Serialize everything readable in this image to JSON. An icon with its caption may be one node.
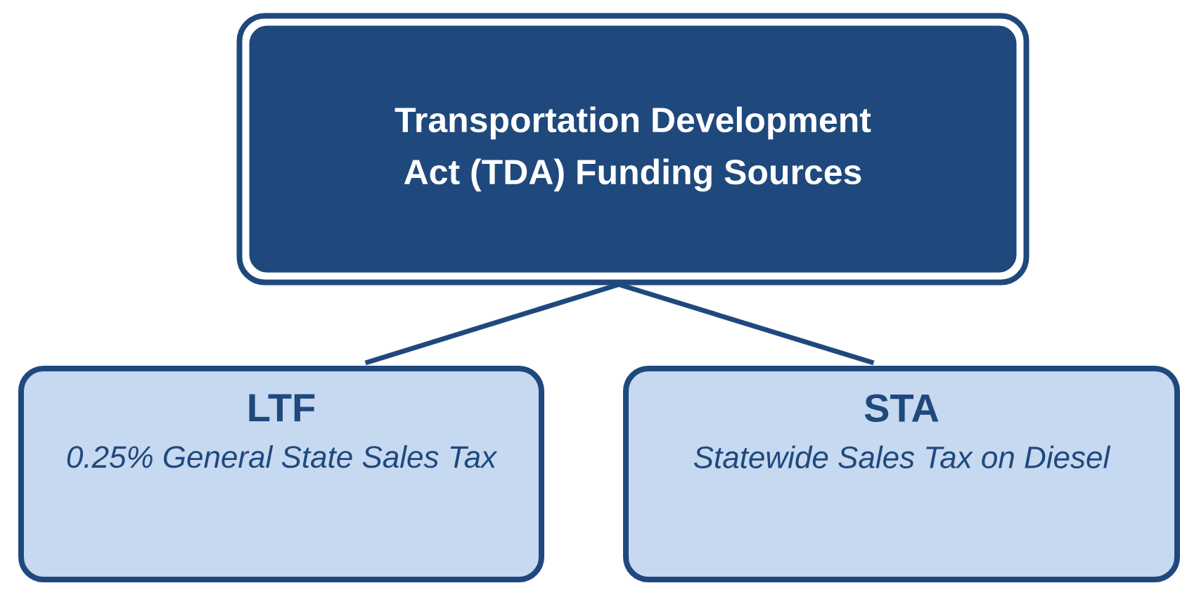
{
  "diagram": {
    "nodes": [
      {
        "text": [
          "Transportation Development Act (TDA) Funding Sources"
        ]
      },
      {
        "text": [
          "LTF",
          "0.25% General State Sales Tax"
        ]
      },
      {
        "text": [
          "STA",
          "Statewide Sales Tax on Diesel"
        ]
      }
    ],
    "edges": [
      {
        "from": 0,
        "to": 1,
        "arrow": "none"
      },
      {
        "from": 0,
        "to": 2,
        "arrow": "none"
      }
    ]
  }
}
